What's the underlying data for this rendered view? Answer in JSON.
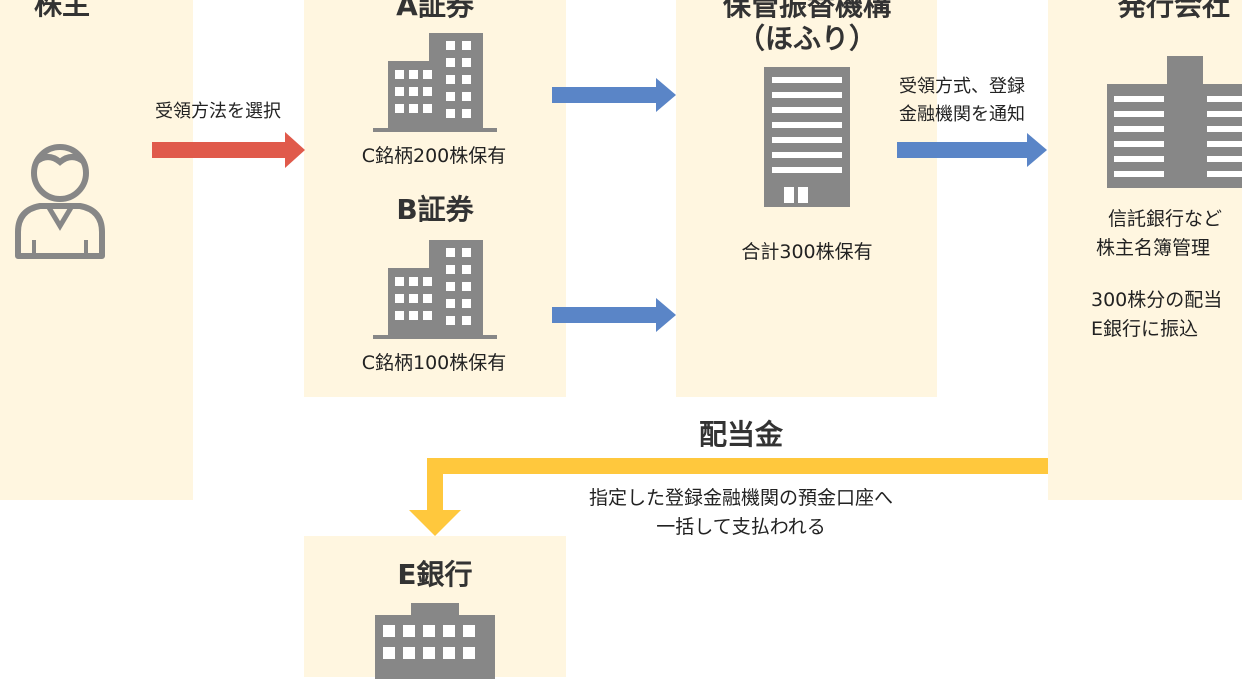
{
  "colors": {
    "panel": "#fff6e0",
    "icon": "#878787",
    "arrow_red": "#e05a4b",
    "arrow_blue": "#5a85c7",
    "arrow_yellow": "#ffc83d"
  },
  "shareholder": {
    "title": "株主",
    "icon": "person-icon",
    "action": "受領方法を選択"
  },
  "broker_a": {
    "title": "A証券",
    "icon": "office-building-icon",
    "holding": "C銘柄200株保有"
  },
  "broker_b": {
    "title": "B証券",
    "icon": "office-building-icon",
    "holding": "C銘柄100株保有"
  },
  "hofuri": {
    "title": "保管振替機構",
    "subtitle": "（ほふり）",
    "icon": "tower-building-icon",
    "holding": "合計300株保有"
  },
  "notify": {
    "line1": "受領方式、登録",
    "line2": "金融機関を通知"
  },
  "issuer": {
    "title": "発行会社",
    "icon": "factory-building-icon",
    "line1": "信託銀行など",
    "line2": "株主名簿管理",
    "line3": "300株分の配当",
    "line4": "E銀行に振込"
  },
  "dividend": {
    "label": "配当金",
    "desc1": "指定した登録金融機関の預金口座へ",
    "desc2": "一括して支払われる"
  },
  "bank_e": {
    "title": "E銀行",
    "icon": "bank-building-icon"
  }
}
